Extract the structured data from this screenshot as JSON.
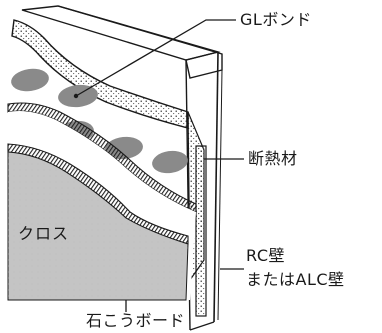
{
  "labels": {
    "gl_bond": "GLボンド",
    "insulation": "断熱材",
    "wall_line1": "RC壁",
    "wall_line2": "またはALC壁",
    "cloth": "クロス",
    "gypsum": "石こうボード"
  },
  "colors": {
    "cloth_fill": "#c4c4c4",
    "bond_spot": "#8a8a8a",
    "outline": "#1a1a1a",
    "background": "#ffffff"
  }
}
